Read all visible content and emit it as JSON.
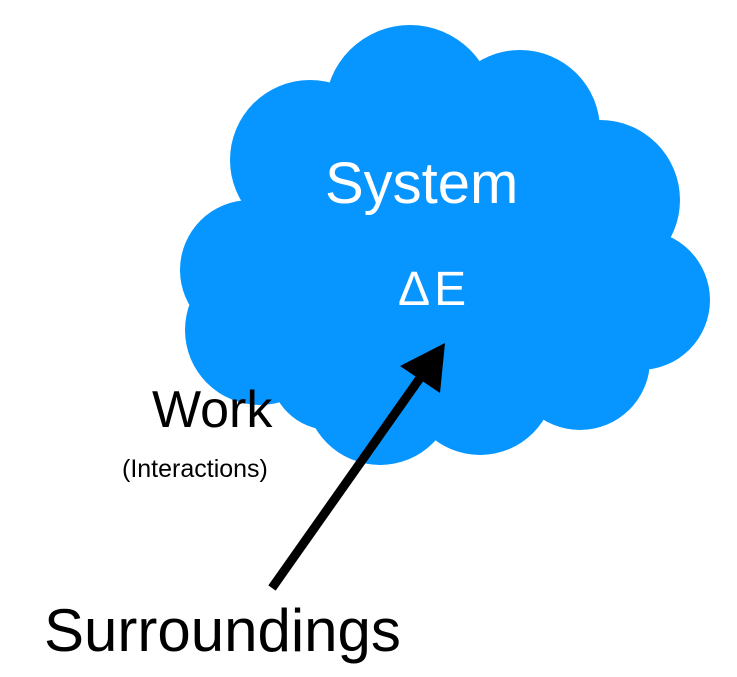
{
  "system_label": "System",
  "delta_label": "ΔE",
  "work_label": "Work",
  "interactions_label": "(Interactions)",
  "surroundings_label": "Surroundings",
  "colors": {
    "cloud": "#0796FF",
    "arrow": "#000000"
  }
}
